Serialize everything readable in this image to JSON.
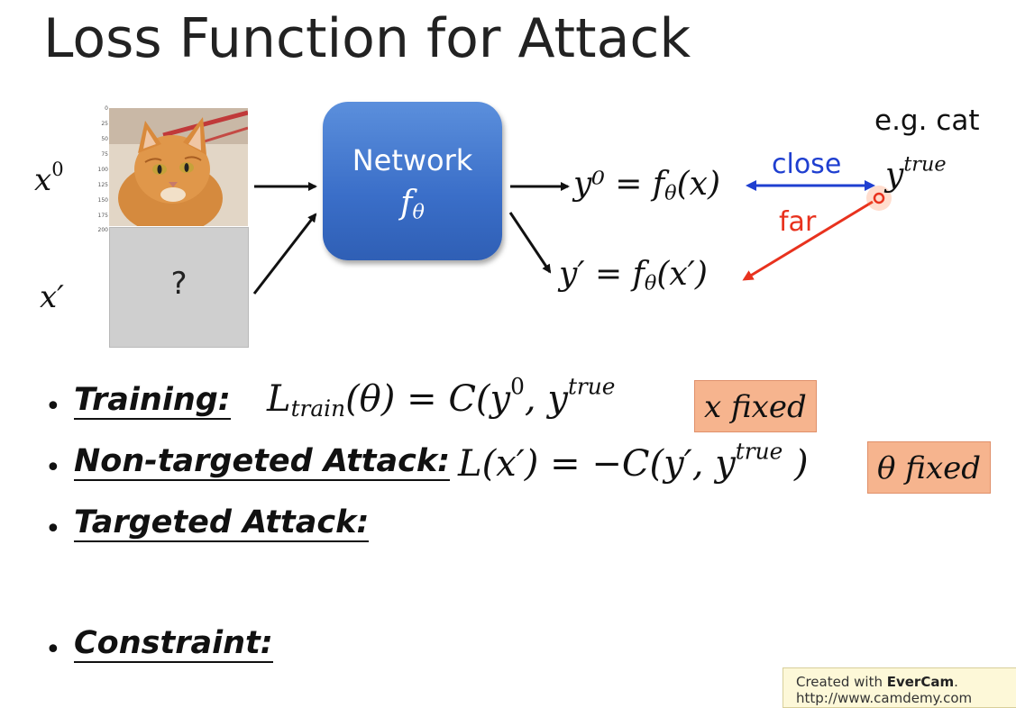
{
  "title": "Loss Function for Attack",
  "diagram": {
    "input_original": "x",
    "input_original_sup": "0",
    "input_adversarial": "x′",
    "unknown_image_label": "?",
    "axis_ticks": [
      "0",
      "25",
      "50",
      "75",
      "100",
      "125",
      "150",
      "175",
      "200"
    ],
    "network_label": "Network",
    "network_func": "f",
    "network_func_sub": "θ",
    "output_original": "y⁰ = f",
    "output_original_rest": "(x)",
    "output_adversarial": "y′ = f",
    "output_adversarial_rest": "(x′)",
    "theta": "θ",
    "target": "y",
    "target_sup": "true",
    "example": "e.g. cat",
    "close_label": "close",
    "far_label": "far",
    "colors": {
      "network_top": "#5b8fdc",
      "network_bottom": "#2f5fb5",
      "close": "#1f3fd0",
      "far": "#e8321e"
    }
  },
  "bullets": [
    {
      "label": "Training:",
      "formula_lhs": "L",
      "formula_sub": "train",
      "formula_rhs": "(θ) = C(y",
      "formula_sup1": "0",
      "formula_mid": ", y",
      "formula_sup2": "true",
      "formula_end": "",
      "note": "x fixed"
    },
    {
      "label": "Non-targeted Attack:",
      "formula_lhs": "L(x′) = −C(y′, y",
      "formula_sup2": "true",
      "formula_end": ")",
      "note": "θ fixed"
    },
    {
      "label": "Targeted Attack:"
    },
    {
      "label": "Constraint:"
    }
  ],
  "watermark": {
    "line1_prefix": "Created with ",
    "line1_brand": "EverCam",
    "line1_suffix": ".",
    "line2": "http://www.camdemy.com"
  }
}
